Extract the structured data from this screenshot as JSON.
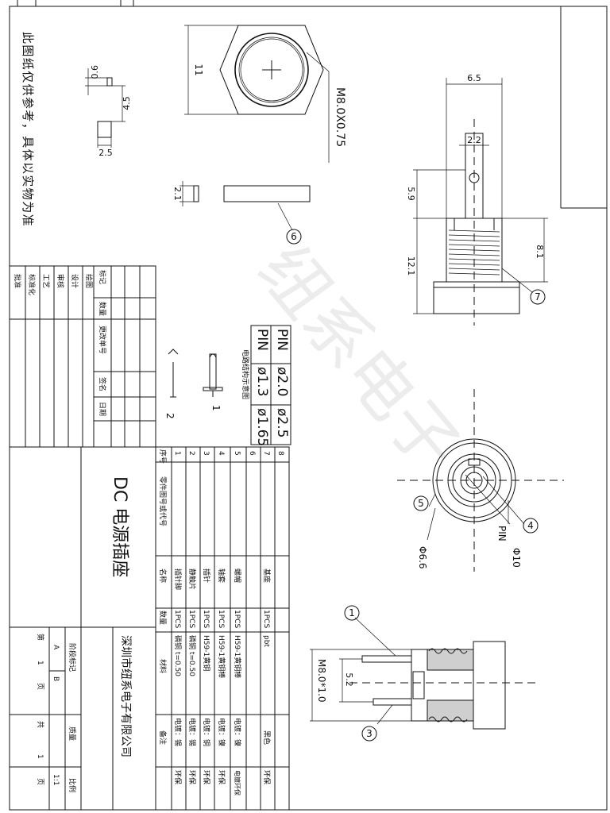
{
  "watermark": "纽系电子",
  "note": "此图纸仅供参考，具体以实物为准",
  "dims": {
    "d06": "0.6",
    "d45": "4.5",
    "d25": "2.5",
    "d11": "11",
    "thread": "M8.0X0.75",
    "d21": "2.1",
    "d65": "6.5",
    "d22": "2.2",
    "d59": "5.9",
    "d121": "12.1",
    "d81": "8.1",
    "phi66": "Φ6.6",
    "phi10": "Φ10",
    "pin": "PIN",
    "m8": "M8.0*1.0",
    "d52": "5.2"
  },
  "balloons": [
    "1",
    "2",
    "3",
    "4",
    "5",
    "6",
    "7"
  ],
  "pin_table": {
    "row1": [
      "PIN",
      "ø2.0",
      "ø2.5"
    ],
    "row2": [
      "PIN",
      "ø1.3",
      "ø1.65"
    ],
    "caption": "电路结构示意图",
    "pin1": "1",
    "pin2": "2"
  },
  "revision_block": {
    "header": [
      "标记",
      "数量",
      "更改单号",
      "签名",
      "日期"
    ],
    "roles": [
      "绘图",
      "设计",
      "审核",
      "工艺",
      "标准化",
      "批准"
    ]
  },
  "parts_table": {
    "headers": {
      "seq": "序号",
      "drawing_no": "零件图号或代号",
      "name": "名称",
      "qty": "数量",
      "material": "材料",
      "remark": "备注"
    },
    "rows": [
      {
        "seq": "1",
        "name": "插针脚",
        "qty": "1PCS",
        "material": "磷铜 t=0.50",
        "remark": "电镀：锡",
        "env": "环保"
      },
      {
        "seq": "2",
        "name": "静触片",
        "qty": "1PCS",
        "material": "磷铜 t=0.50",
        "remark": "电镀：锡",
        "env": "环保"
      },
      {
        "seq": "3",
        "name": "插针",
        "qty": "1PCS",
        "material": "H59-1黄铜",
        "remark": "电镀：铜",
        "env": "环保"
      },
      {
        "seq": "4",
        "name": "轴套",
        "qty": "1PCS",
        "material": "H59-1黄铜棒",
        "remark": "电镀：镍",
        "env": "环保"
      },
      {
        "seq": "5",
        "name": "螺帽",
        "qty": "1PCS",
        "material": "H59-1黄铜棒",
        "remark": "电镀：镍",
        "env": "电镀环保"
      },
      {
        "seq": "6",
        "name": "",
        "qty": "",
        "material": "",
        "remark": "",
        "env": ""
      },
      {
        "seq": "7",
        "name": "基座",
        "qty": "1PCS",
        "material": "pbt",
        "remark": "黑色",
        "env": "环保"
      },
      {
        "seq": "8",
        "name": "",
        "qty": "",
        "material": "",
        "remark": "",
        "env": ""
      }
    ]
  },
  "title_block": {
    "product": "DC 电源插座",
    "company": "深圳市纽系电子有限公司",
    "stage_label": "阶段标记",
    "weight_label": "质量",
    "scale_label": "比例",
    "stage_a": "A",
    "stage_b": "B",
    "scale": "1:1",
    "sheet_prefix": "第",
    "sheet_no": "1",
    "sheet_unit": "页",
    "total_prefix": "共",
    "total_no": "1",
    "total_unit": "页"
  }
}
